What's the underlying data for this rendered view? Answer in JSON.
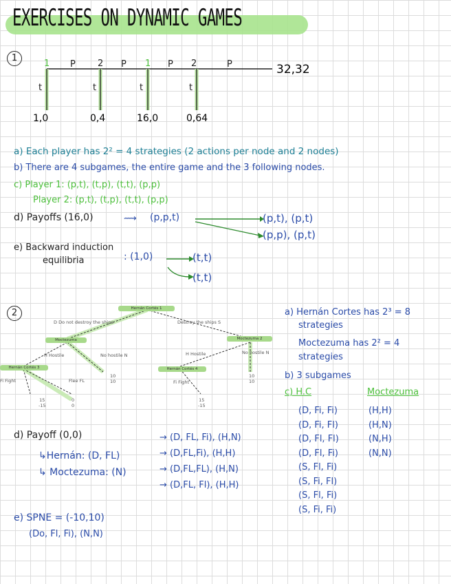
{
  "title": "EXERCISES ON DYNAMIC GAMES",
  "ex1": {
    "number": "1",
    "players": [
      "1",
      "2",
      "1",
      "2"
    ],
    "continue_labels": [
      "P",
      "P",
      "P",
      "P"
    ],
    "stop_labels": [
      "t",
      "t",
      "t",
      "t"
    ],
    "terminal_payoffs": [
      "1,0",
      "0,4",
      "16,0",
      "0,64"
    ],
    "end_payoff": "32,32",
    "a": "a) Each player has 2² = 4 strategies (2 actions per node and 2 nodes)",
    "b": "b) There are 4 subgames, the entire game and the 3 following nodes.",
    "c1": "c) Player 1: (p,t), (t,p), (t,t), (p,p)",
    "c2": "Player 2: (p,t), (t,p), (t,t), (p,p)",
    "d_left": "d) Payoffs (16,0)",
    "d_mid": "(p,p,t)",
    "d_r1": "(p,t), (p,t)",
    "d_r2": "(p,p), (p,t)",
    "e_left1": "e) Backward induction",
    "e_left2": "equilibria",
    "e_mid": ": (1,0)",
    "e_r1": "(t,t)",
    "e_r2": "(t,t)"
  },
  "ex2": {
    "number": "2",
    "tree": {
      "root": "Hernán Cortés 1",
      "d_label": "D  Do not destroy the ships",
      "s_label": "Destroy the ships  S",
      "mocte_left": "Moctezuma",
      "mocte_right": "Moctezuma 2",
      "h_left": "H Hostile",
      "n_left": "No hostile N",
      "h_right": "H  Hostile",
      "n_right": "No hostile  N",
      "hc_left": "Hernán Cortés 3",
      "hc_right": "Hernán Cortés 4",
      "fi_left": "Fi  Fight",
      "fl_left": "Flee FL",
      "fi_right": "Fi  Fight",
      "pay_nl": "10\n10",
      "pay_nr": "10\n10",
      "pay_fi_l": "15\n-15",
      "pay_fl_l": "0\n0",
      "pay_fi_r": "15\n-15"
    },
    "a1": "a) Hernán Cortes has 2³ = 8",
    "a2": "strategies",
    "a3": "Moctezuma has 2² = 4",
    "a4": "strategies",
    "b": "b) 3 subgames",
    "c_hc": "c) H.C",
    "c_mo": "Moctezuma",
    "hc_strats": [
      "(D, Fi, Fi)",
      "(D, Fi, Fl)",
      "(D, Fl, Fl)",
      "(D, Fl, Fi)",
      "(S, Fl, Fi)",
      "(S, Fi, Fl)",
      "(S, Fl, Fi)",
      "(S, Fi, Fi)"
    ],
    "mo_strats": [
      "(H,H)",
      "(H,N)",
      "(N,H)",
      "(N,N)"
    ],
    "d_title": "d) Payoff (0,0)",
    "d_hernan": "↳Hernán: (D, FL)",
    "d_mocte": "↳ Moctezuma: (N)",
    "d_list": [
      "→ (D, FL, Fi), (H,N)",
      "→ (D,FL,Fi), (H,H)",
      "→ (D,FL,FL), (H,N)",
      "→ (D,FL, Fl), (H,H)"
    ],
    "e1": "e) SPNE = (-10,10)",
    "e2": "(Do, Fl, Fi), (N,N)"
  }
}
